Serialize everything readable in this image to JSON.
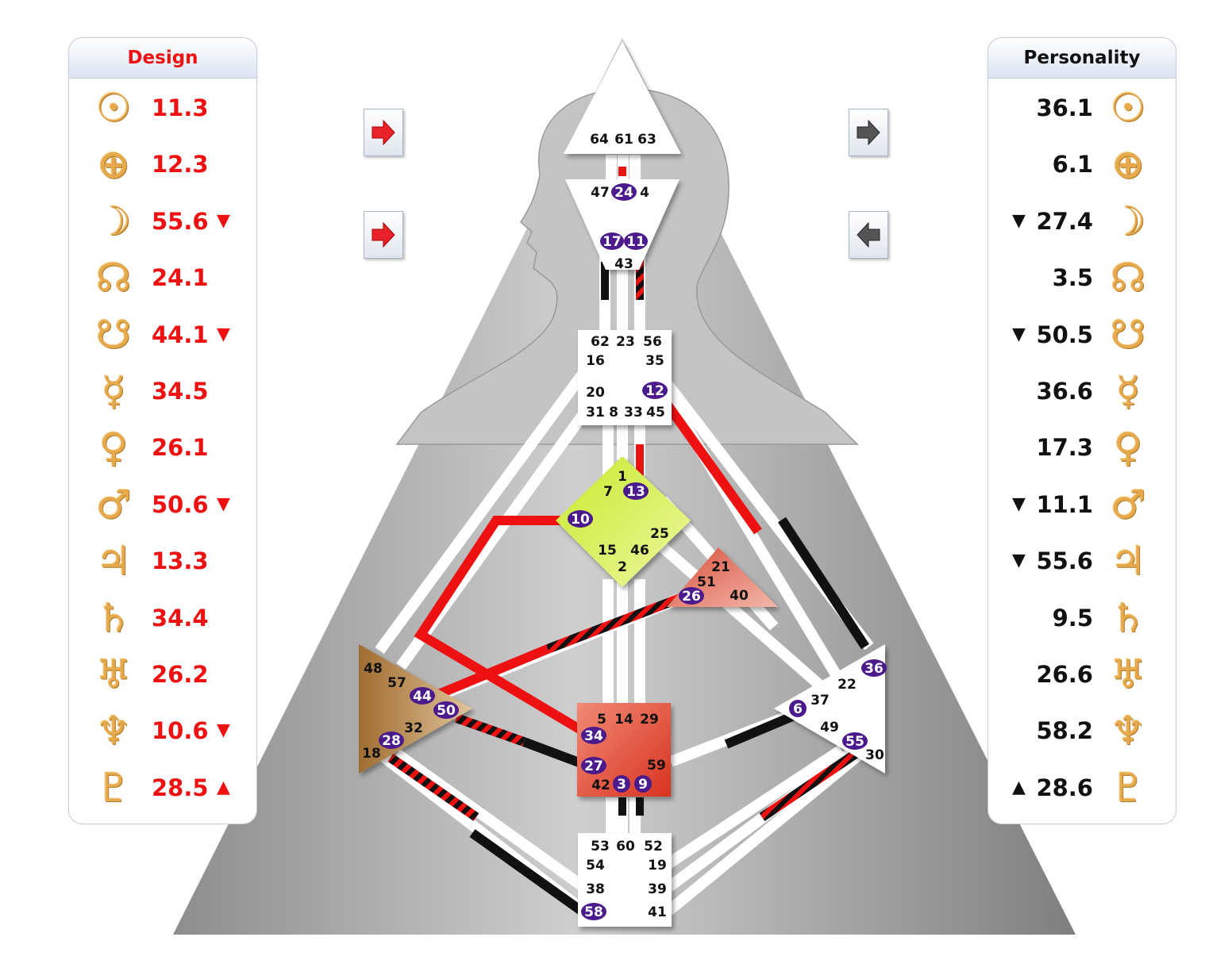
{
  "design": {
    "title": "Design",
    "planets": [
      {
        "icon": "sun-icon",
        "glyph": "☉",
        "value": "11.3",
        "arrow": ""
      },
      {
        "icon": "earth-icon",
        "glyph": "⊕",
        "value": "12.3",
        "arrow": ""
      },
      {
        "icon": "moon-icon",
        "glyph": "☽",
        "value": "55.6",
        "arrow": "▼"
      },
      {
        "icon": "north-node-icon",
        "glyph": "☊",
        "value": "24.1",
        "arrow": ""
      },
      {
        "icon": "south-node-icon",
        "glyph": "☋",
        "value": "44.1",
        "arrow": "▼"
      },
      {
        "icon": "mercury-icon",
        "glyph": "☿",
        "value": "34.5",
        "arrow": ""
      },
      {
        "icon": "venus-icon",
        "glyph": "♀",
        "value": "26.1",
        "arrow": ""
      },
      {
        "icon": "mars-icon",
        "glyph": "♂",
        "value": "50.6",
        "arrow": "▼"
      },
      {
        "icon": "jupiter-icon",
        "glyph": "♃",
        "value": "13.3",
        "arrow": ""
      },
      {
        "icon": "saturn-icon",
        "glyph": "♄",
        "value": "34.4",
        "arrow": ""
      },
      {
        "icon": "uranus-icon",
        "glyph": "♅",
        "value": "26.2",
        "arrow": ""
      },
      {
        "icon": "neptune-icon",
        "glyph": "♆",
        "value": "10.6",
        "arrow": "▼"
      },
      {
        "icon": "pluto-icon",
        "glyph": "♇",
        "value": "28.5",
        "arrow": "▲"
      }
    ]
  },
  "personality": {
    "title": "Personality",
    "planets": [
      {
        "icon": "sun-icon",
        "glyph": "☉",
        "value": "36.1",
        "arrow": ""
      },
      {
        "icon": "earth-icon",
        "glyph": "⊕",
        "value": "6.1",
        "arrow": ""
      },
      {
        "icon": "moon-icon",
        "glyph": "☽",
        "value": "27.4",
        "arrow": "▼"
      },
      {
        "icon": "north-node-icon",
        "glyph": "☊",
        "value": "3.5",
        "arrow": ""
      },
      {
        "icon": "south-node-icon",
        "glyph": "☋",
        "value": "50.5",
        "arrow": "▼"
      },
      {
        "icon": "mercury-icon",
        "glyph": "☿",
        "value": "36.6",
        "arrow": ""
      },
      {
        "icon": "venus-icon",
        "glyph": "♀",
        "value": "17.3",
        "arrow": ""
      },
      {
        "icon": "mars-icon",
        "glyph": "♂",
        "value": "11.1",
        "arrow": "▼"
      },
      {
        "icon": "jupiter-icon",
        "glyph": "♃",
        "value": "55.6",
        "arrow": "▼"
      },
      {
        "icon": "saturn-icon",
        "glyph": "♄",
        "value": "9.5",
        "arrow": ""
      },
      {
        "icon": "uranus-icon",
        "glyph": "♅",
        "value": "26.6",
        "arrow": ""
      },
      {
        "icon": "neptune-icon",
        "glyph": "♆",
        "value": "58.2",
        "arrow": ""
      },
      {
        "icon": "pluto-icon",
        "glyph": "♇",
        "value": "28.6",
        "arrow": "▲"
      }
    ]
  },
  "nav_buttons": [
    {
      "name": "design-arrow-button-top",
      "direction": "right",
      "color": "#e8212a"
    },
    {
      "name": "design-arrow-button-bottom",
      "direction": "right",
      "color": "#e8212a"
    },
    {
      "name": "personality-arrow-button-top",
      "direction": "right",
      "color": "#555555"
    },
    {
      "name": "personality-arrow-button-bottom",
      "direction": "left",
      "color": "#555555"
    }
  ],
  "colors": {
    "design_red": "#ee1111",
    "personality_black": "#111111",
    "gate_circle": "#4b1a8c",
    "planet_gold": "#e6a94c",
    "g_center": "#d9ef4a",
    "sacral_center": "#e0483a",
    "spleen_center": "#b08040",
    "heart_center": "#e8796a"
  },
  "centers": {
    "head": {
      "gates": [
        "64",
        "61",
        "63"
      ]
    },
    "ajna": {
      "gates": [
        "47",
        "24",
        "4",
        "17",
        "11",
        "43"
      ]
    },
    "throat": {
      "gates": [
        "62",
        "23",
        "56",
        "16",
        "35",
        "20",
        "12",
        "31",
        "8",
        "33",
        "45"
      ]
    },
    "g": {
      "gates": [
        "1",
        "7",
        "13",
        "10",
        "25",
        "15",
        "46",
        "2"
      ]
    },
    "heart": {
      "gates": [
        "21",
        "51",
        "26",
        "40"
      ]
    },
    "spleen": {
      "gates": [
        "48",
        "57",
        "44",
        "50",
        "32",
        "28",
        "18"
      ]
    },
    "solar_plexus": {
      "gates": [
        "36",
        "22",
        "6",
        "37",
        "49",
        "55",
        "30"
      ]
    },
    "sacral": {
      "gates": [
        "5",
        "14",
        "29",
        "34",
        "27",
        "59",
        "42",
        "3",
        "9"
      ]
    },
    "root": {
      "gates": [
        "53",
        "60",
        "52",
        "54",
        "19",
        "38",
        "39",
        "58",
        "41"
      ]
    }
  }
}
